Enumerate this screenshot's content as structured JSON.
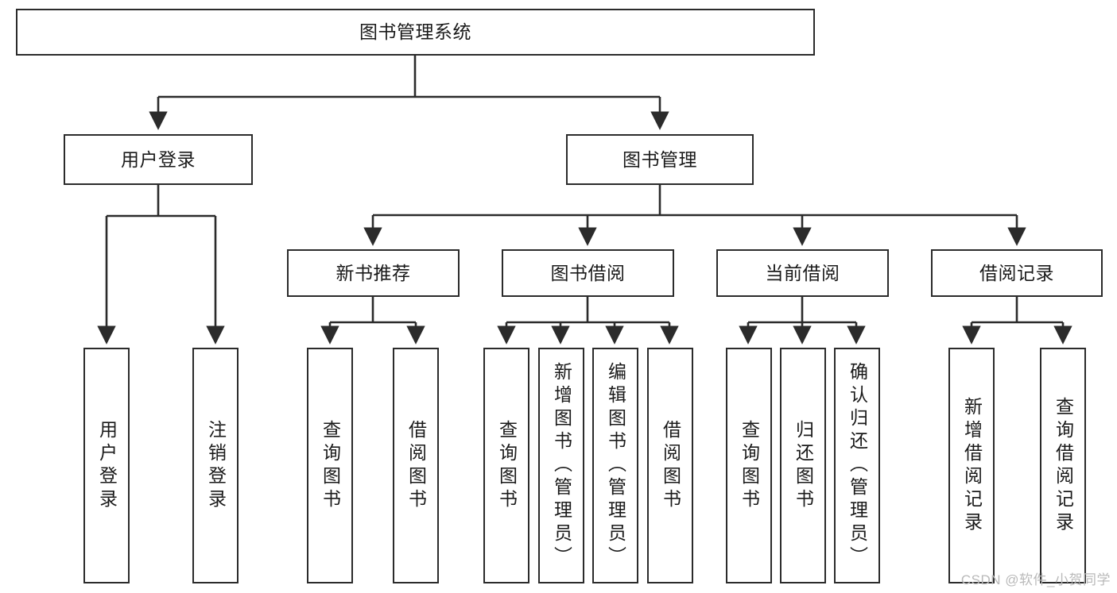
{
  "diagram": {
    "title": "图书管理系统",
    "type": "功能结构图",
    "colors": {
      "node_border": "#2b2b2b",
      "node_fill": "#ffffff",
      "edge": "#2b2b2b",
      "text": "#1a1a1a",
      "background": "#ffffff",
      "watermark": "#b9b9b9"
    }
  },
  "nodes": {
    "root": {
      "label": "图书管理系统"
    },
    "level2": [
      {
        "id": "user-login",
        "label": "用户登录"
      },
      {
        "id": "book-manage",
        "label": "图书管理"
      }
    ],
    "level3": [
      {
        "id": "new-book-recommend",
        "label": "新书推荐"
      },
      {
        "id": "book-borrow",
        "label": "图书借阅"
      },
      {
        "id": "current-borrow",
        "label": "当前借阅"
      },
      {
        "id": "borrow-record",
        "label": "借阅记录"
      }
    ],
    "leaves": {
      "user_login": [
        {
          "id": "leaf-user-login",
          "label": "用户登录"
        },
        {
          "id": "leaf-logout-login",
          "label": "注销登录"
        }
      ],
      "new_book_recommend": [
        {
          "id": "leaf-query-book-1",
          "label": "查询图书"
        },
        {
          "id": "leaf-borrow-book-1",
          "label": "借阅图书"
        }
      ],
      "book_borrow": [
        {
          "id": "leaf-query-book-2",
          "label": "查询图书"
        },
        {
          "id": "leaf-add-book",
          "label": "新增图书（管理员）"
        },
        {
          "id": "leaf-edit-book",
          "label": "编辑图书（管理员）"
        },
        {
          "id": "leaf-borrow-book-2",
          "label": "借阅图书"
        }
      ],
      "current_borrow": [
        {
          "id": "leaf-query-book-3",
          "label": "查询图书"
        },
        {
          "id": "leaf-return-book",
          "label": "归还图书"
        },
        {
          "id": "leaf-confirm-return",
          "label": "确认归还（管理员）"
        }
      ],
      "borrow_record": [
        {
          "id": "leaf-add-record",
          "label": "新增借阅记录"
        },
        {
          "id": "leaf-query-record",
          "label": "查询借阅记录"
        }
      ]
    }
  },
  "watermark": {
    "text": "CSDN @软件_小贺同学"
  }
}
